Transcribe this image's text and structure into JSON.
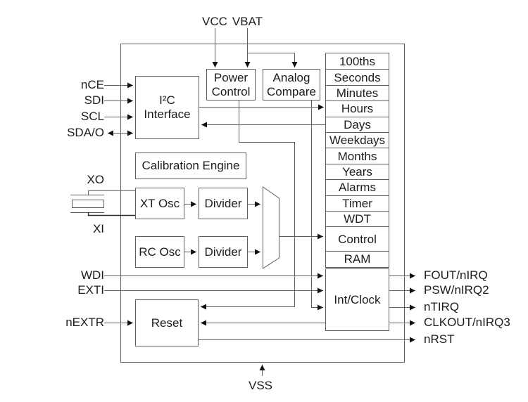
{
  "diagram": {
    "title_hint": "RTC block diagram",
    "top_pins": {
      "vcc": "VCC",
      "vbat": "VBAT"
    },
    "bottom_pins": {
      "vss": "VSS"
    },
    "left_pins": {
      "nce": "nCE",
      "sdi": "SDI",
      "scl": "SCL",
      "sda": "SDA/O",
      "xo": "XO",
      "xi": "XI",
      "wdi": "WDI",
      "exti": "EXTI",
      "nextr": "nEXTR"
    },
    "right_pins": {
      "fout": "FOUT/nIRQ",
      "psw": "PSW/nIRQ2",
      "ntirq": "nTIRQ",
      "clkout": "CLKOUT/nIRQ3",
      "nrst": "nRST"
    },
    "blocks": {
      "i2c_line1": "I²C",
      "i2c_line2": "Interface",
      "power_control": "Power Control",
      "analog_compare": "Analog Compare",
      "calibration_engine": "Calibration Engine",
      "xt_osc": "XT Osc",
      "divider_xt": "Divider",
      "rc_osc": "RC Osc",
      "divider_rc": "Divider",
      "reset": "Reset",
      "int_clock": "Int/Clock"
    },
    "registers": {
      "rows": [
        "100ths",
        "Seconds",
        "Minutes",
        "Hours",
        "Days",
        "Weekdays",
        "Months",
        "Years",
        "Alarms",
        "Timer",
        "WDT",
        "Control",
        "RAM"
      ]
    },
    "colors": {
      "line": "#5f5f5f",
      "arrowhead": "#111111",
      "text": "#1c1c1c",
      "background": "#ffffff"
    }
  }
}
